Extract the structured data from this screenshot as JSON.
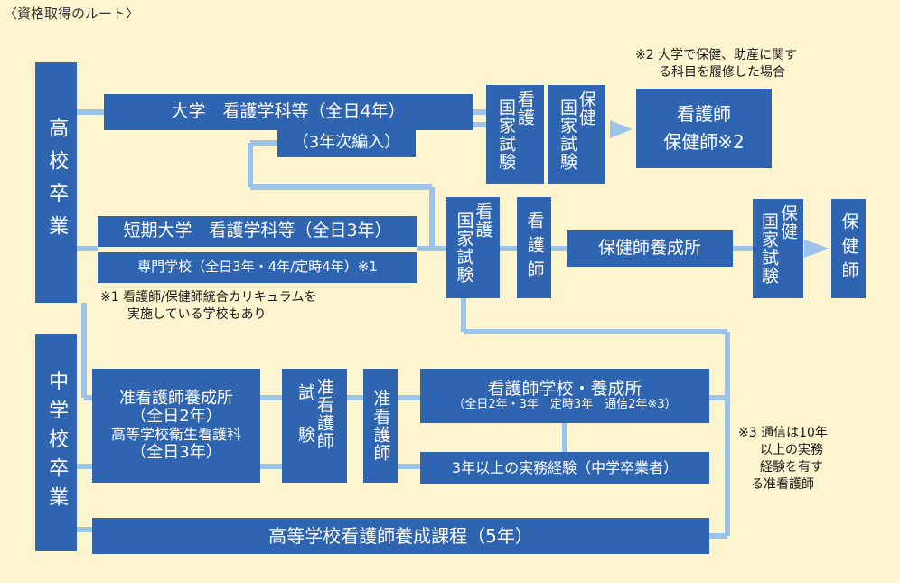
{
  "title": "〈資格取得のルート〉",
  "starts": {
    "high_school": "高校卒業",
    "junior_high": "中学校卒業"
  },
  "routes": {
    "university": "大学　看護学科等（全日4年）",
    "third_year_transfer": "（3年次編入）",
    "junior_college": "短期大学　看護学科等（全日3年）",
    "vocational_school": "専門学校（全日3年・4年/定時4年）※1",
    "assoc_nurse_school_line1": "准看護師養成所",
    "assoc_nurse_school_line2": "（全日2年）",
    "assoc_nurse_school_line3": "高等学校衛生看護科",
    "assoc_nurse_school_line4": "（全日3年）",
    "nurse_school_line1": "看護師学校・養成所",
    "nurse_school_line2": "（全日2年・3年　定時3年　通信2年※3）",
    "work_experience": "3年以上の実務経験（中学卒業者）",
    "high_school_5yr": "高等学校看護師養成課程（5年）",
    "phn_school": "保健師養成所"
  },
  "exams": {
    "national_label": "国家試験",
    "nurse": "看護",
    "public_health": "保健",
    "assoc_label": "試験",
    "assoc_nurse": "准看護師"
  },
  "results": {
    "nurse_phn_line1": "看護師",
    "nurse_phn_line2": "保健師※2",
    "nurse": "看護師",
    "assoc_nurse": "准看護師",
    "phn": "保健師"
  },
  "notes": {
    "note1_line1": "※1 看護師/保健師統合カリキュラムを",
    "note1_line2": "実施している学校もあり",
    "note2_line1": "※2 大学で保健、助産に関す",
    "note2_line2": "る科目を履修した場合",
    "note3_line1": "※3 通信は10年",
    "note3_line2": "以上の実務",
    "note3_line3": "経験を有す",
    "note3_line4": "る准看護師"
  },
  "colors": {
    "background": "#fdf5cf",
    "box": "#2e64b0",
    "connector": "#9cc3e8"
  }
}
